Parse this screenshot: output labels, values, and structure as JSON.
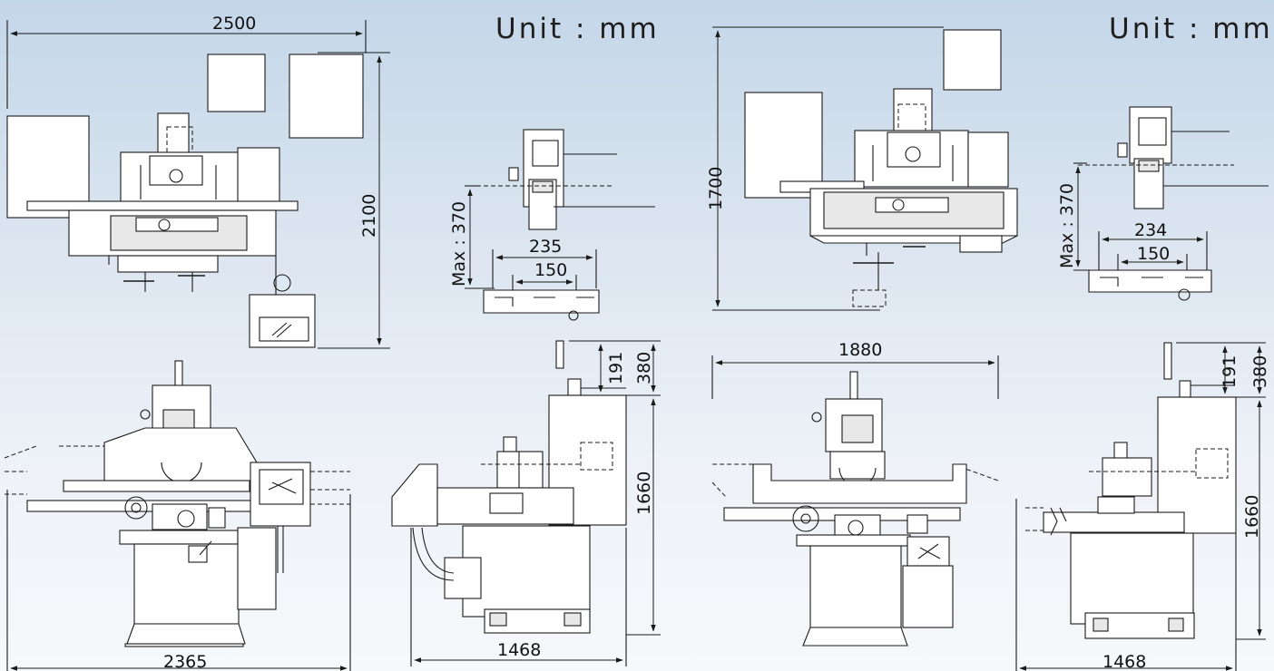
{
  "unit_label_left": "Unit : mm",
  "unit_label_right": "Unit : mm",
  "dimensions": {
    "top_left_width": "2500",
    "top_left_depth": "2100",
    "head_left_max": "Max : 370",
    "head_left_outer": "235",
    "head_left_inner": "150",
    "top_right_depth": "1700",
    "head_right_max": "Max : 370",
    "head_right_outer": "234",
    "head_right_inner": "150",
    "front_left_width": "2365",
    "side_left_depth": "1468",
    "side_left_extra_191": "191",
    "side_left_extra_380": "380",
    "side_left_height": "1660",
    "front_right_width": "1880",
    "side_right_depth": "1468",
    "side_right_extra_191": "191",
    "side_right_extra_380": "380",
    "side_right_height": "1660"
  }
}
